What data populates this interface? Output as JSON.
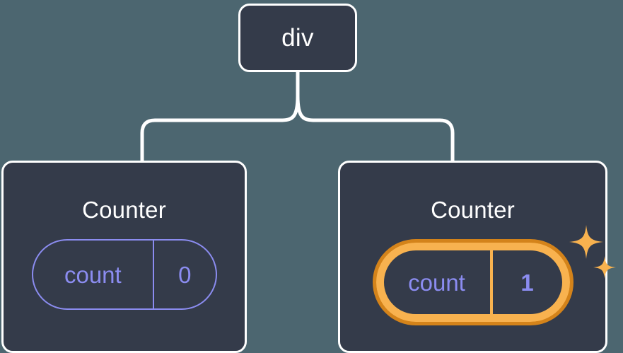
{
  "diagram": {
    "type": "component-tree",
    "background_color": "#4c6670",
    "node_fill_color": "#343b4a",
    "node_border_color": "#ffffff",
    "state_color": "#8b8cf0",
    "highlight_color": "#f8b24f",
    "highlight_outline_color": "#d4831a",
    "root": {
      "label": "div"
    },
    "children": [
      {
        "title": "Counter",
        "state": {
          "key": "count",
          "value": "0"
        },
        "highlighted": false
      },
      {
        "title": "Counter",
        "state": {
          "key": "count",
          "value": "1"
        },
        "highlighted": true,
        "sparkle_icons": [
          "sparkle-large",
          "sparkle-small"
        ]
      }
    ]
  }
}
